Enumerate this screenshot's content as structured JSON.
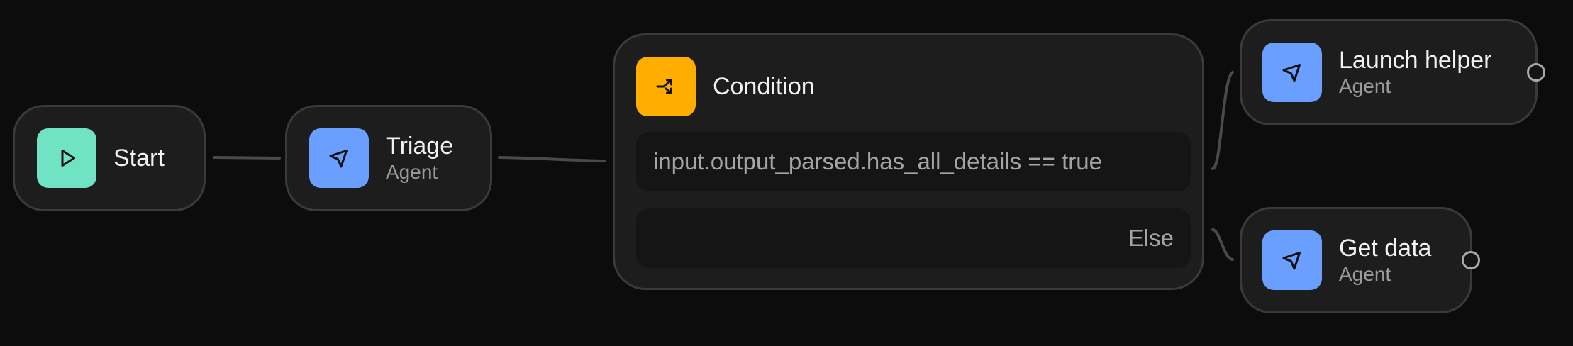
{
  "canvas": {
    "background": "#0c0c0c"
  },
  "nodes": {
    "start": {
      "title": "Start",
      "icon": "play-icon",
      "color": "#6fe3c4"
    },
    "triage": {
      "title": "Triage",
      "subtitle": "Agent",
      "icon": "pointer-icon",
      "color": "#6a9fff"
    },
    "condition": {
      "title": "Condition",
      "icon": "branch-icon",
      "color": "#ffae00",
      "branches": [
        {
          "label": "input.output_parsed.has_all_details == true"
        },
        {
          "label": "Else"
        }
      ]
    },
    "launch_helper": {
      "title": "Launch helper",
      "subtitle": "Agent",
      "icon": "pointer-icon",
      "color": "#6a9fff"
    },
    "get_data": {
      "title": "Get data",
      "subtitle": "Agent",
      "icon": "pointer-icon",
      "color": "#6a9fff"
    }
  }
}
